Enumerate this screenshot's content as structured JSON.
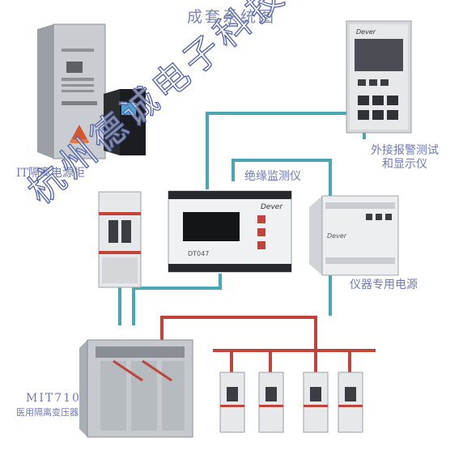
{
  "title": "成套系统图",
  "labels": {
    "it_cabinet": "IT隔离电源柜",
    "monitor": "绝缘监测仪",
    "alarm_line1": "外接报警测试",
    "alarm_line2": "和显示仪",
    "psu": "仪器专用电源",
    "transformer_model": "MIT710",
    "transformer_desc": "医用隔离变压器"
  },
  "device_text": {
    "monitor_brand": "Dever",
    "monitor_model": "DT047",
    "alarm_brand": "Dever",
    "psu_brand": "Dever"
  },
  "watermark": "杭州德诚电子科技有限公司",
  "colors": {
    "title": "#7a86b6",
    "label": "#6f7bb0",
    "teal_wire": "#4aa6b3",
    "red_wire": "#c0443c",
    "watermark_outline": "#5a6aa8"
  }
}
